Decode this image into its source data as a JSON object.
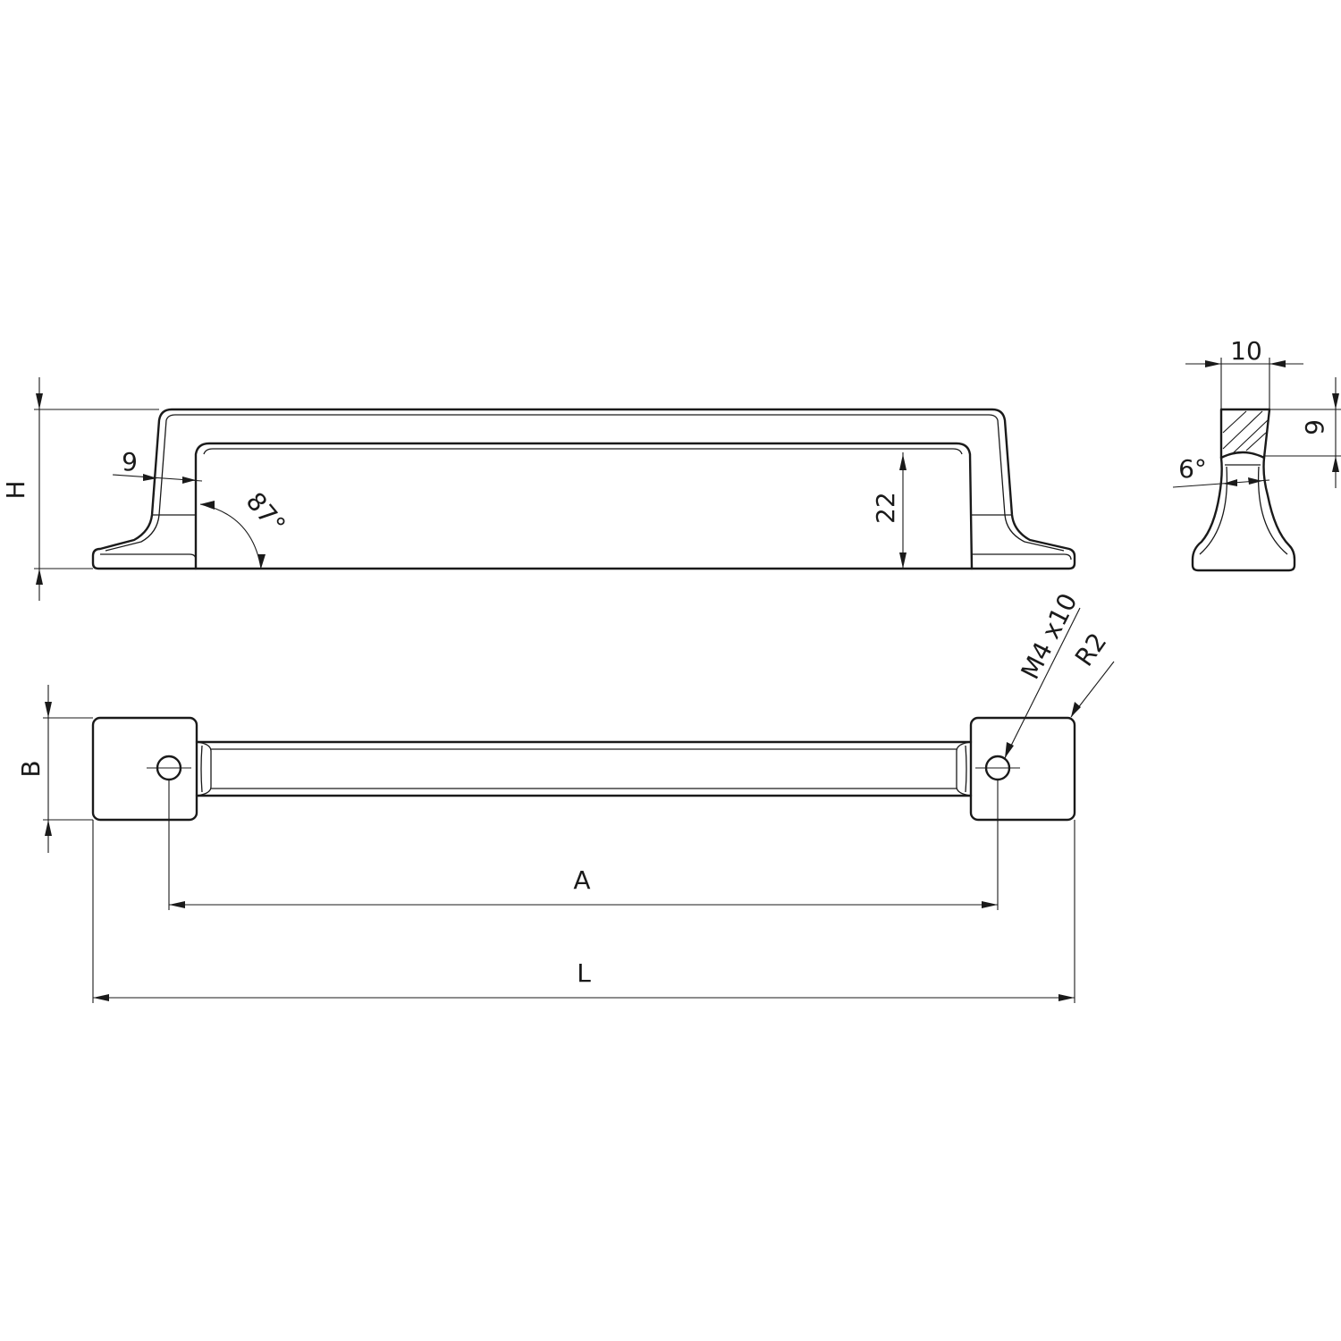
{
  "dimensions": {
    "height": "H",
    "wall_thickness": "9",
    "leg_angle": "87°",
    "clearance": "22",
    "profile_width": "10",
    "profile_height": "9",
    "draft_angle": "6°",
    "thread": "M4 x10",
    "radius": "R2",
    "base_width": "B",
    "hole_spacing": "A",
    "overall_length": "L"
  }
}
